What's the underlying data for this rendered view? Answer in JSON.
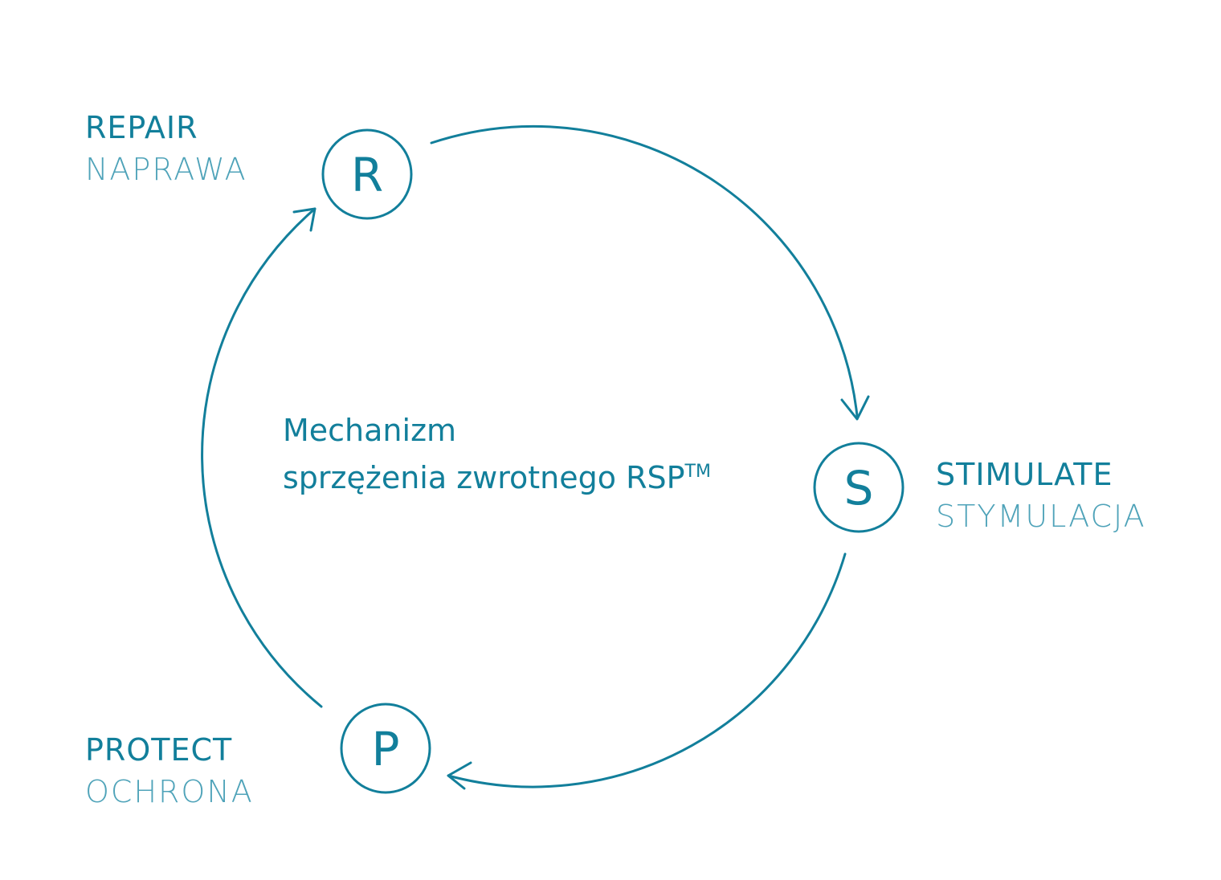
{
  "colors": {
    "accent": "#127f9b",
    "accent_light": "#4fa3b9",
    "background": "#ffffff"
  },
  "nodes": {
    "repair": {
      "letter": "R",
      "en": "REPAIR",
      "pl": "NAPRAWA"
    },
    "stimulate": {
      "letter": "S",
      "en": "STIMULATE",
      "pl": "STYMULACJA"
    },
    "protect": {
      "letter": "P",
      "en": "PROTECT",
      "pl": "OCHRONA"
    }
  },
  "center": {
    "line1": "Mechanizm",
    "line2": "sprzężenia zwrotnego RSP",
    "trademark": "TM"
  },
  "arrows": [
    {
      "from": "R",
      "to": "S",
      "direction": "clockwise"
    },
    {
      "from": "S",
      "to": "P",
      "direction": "clockwise"
    },
    {
      "from": "P",
      "to": "R",
      "direction": "clockwise"
    }
  ]
}
